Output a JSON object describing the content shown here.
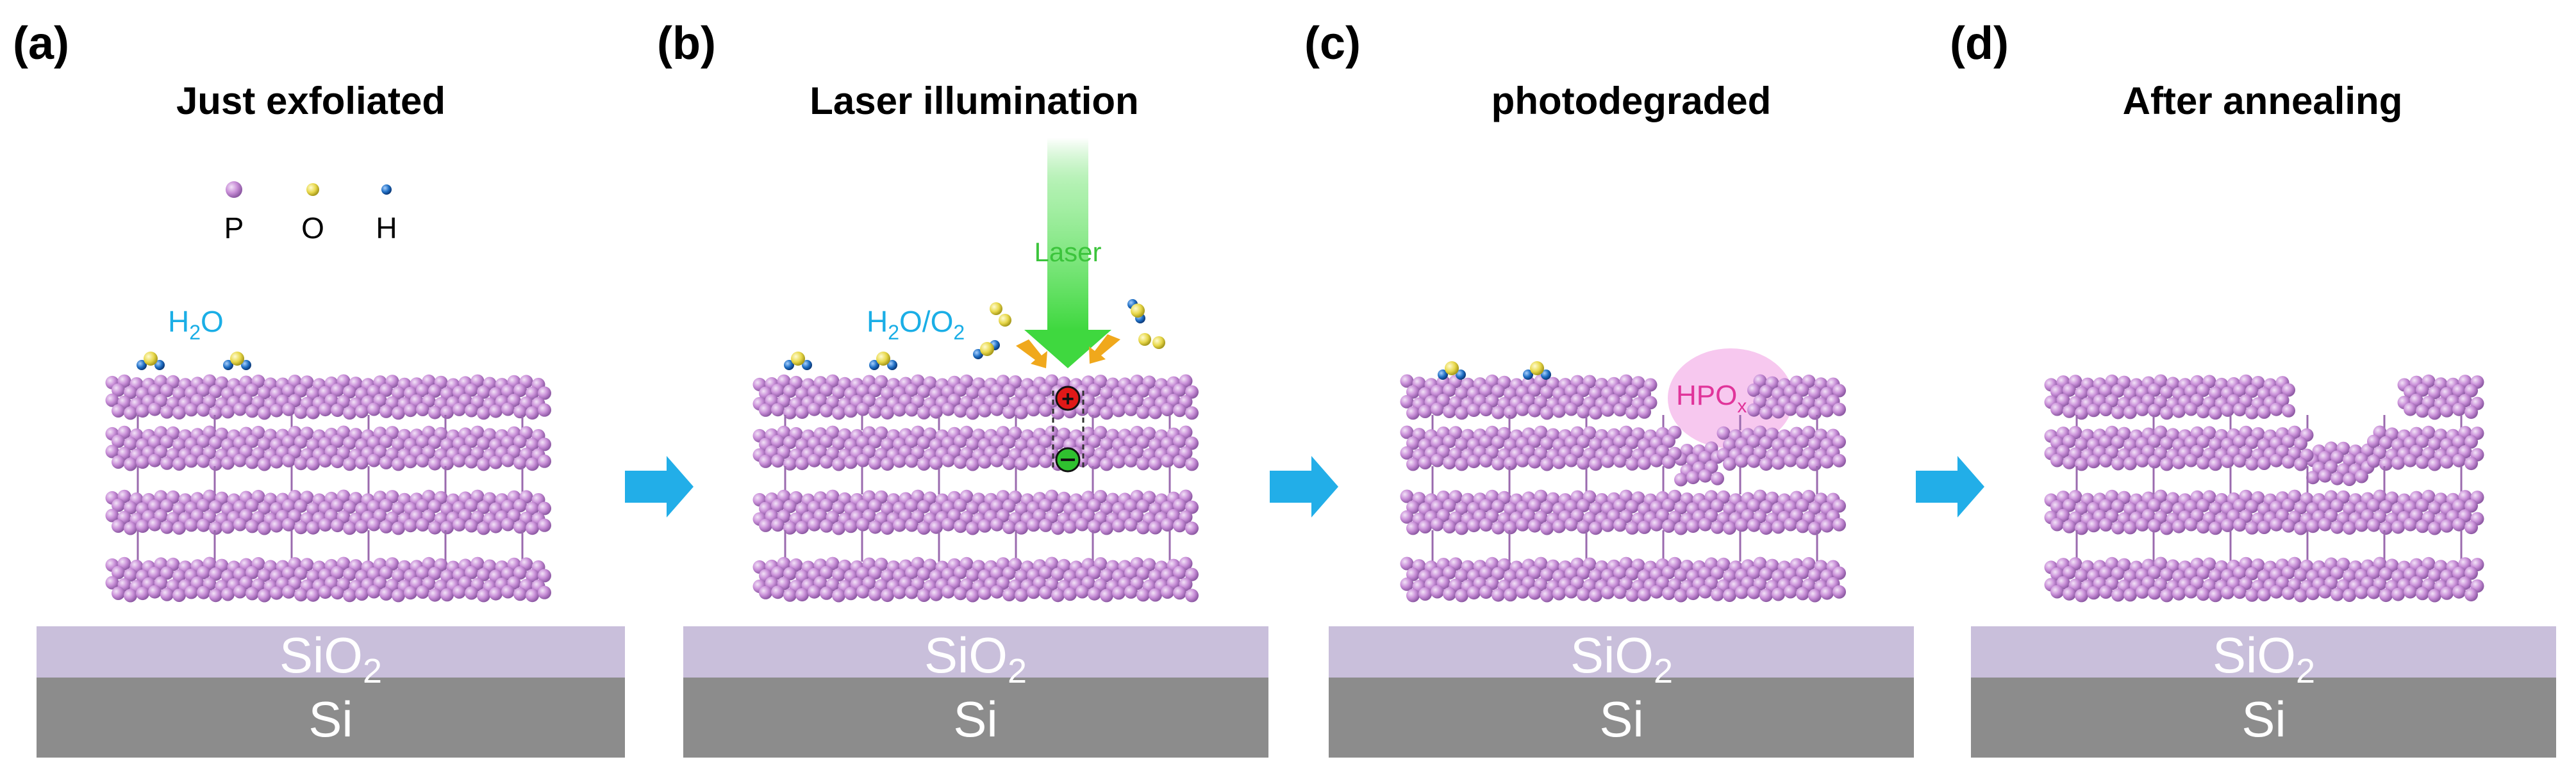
{
  "panels": [
    {
      "label": "(a)",
      "title": "Just exfoliated"
    },
    {
      "label": "(b)",
      "title": "Laser illumination"
    },
    {
      "label": "(c)",
      "title": "photodegraded"
    },
    {
      "label": "(d)",
      "title": "After annealing"
    }
  ],
  "substrate": {
    "oxide": "SiO",
    "oxide_subscript": "2",
    "base": "Si"
  },
  "legend": {
    "p": "P",
    "o": "O",
    "h": "H"
  },
  "labels": {
    "water_main": "H",
    "water_sub": "2",
    "water_end": "O",
    "water_oxygen": "H2O/O2",
    "wo_h": "H",
    "wo_2a": "2",
    "wo_mid": "O/O",
    "wo_2b": "2",
    "laser": "Laser",
    "hpo_main": "HPO",
    "hpo_sub": "x"
  },
  "colors": {
    "phosphorus": "#c98fd8",
    "oxygen": "#e8d84a",
    "hydrogen": "#1f6fc4",
    "sio2": "#c9bfdb",
    "si": "#8c8c8c",
    "arrow": "#22aee8",
    "laser": "#3fd83f",
    "hpo_cloud": "#f7c8ef",
    "small_arrow": "#f0a81c"
  }
}
